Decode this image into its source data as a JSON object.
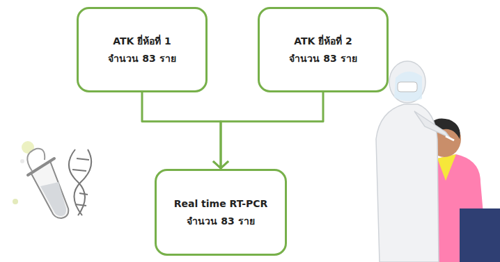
{
  "diagram": {
    "nodes": [
      {
        "text": [
          "ATK ยี่ห้อที่ 1",
          "จำนวน 83 ราย"
        ]
      },
      {
        "text": [
          "ATK ยี่ห้อที่ 2",
          "จำนวน 83 ราย"
        ]
      },
      {
        "text": [
          "Real time RT-PCR",
          "จำนวน 83 ราย"
        ]
      }
    ],
    "edges": [
      {
        "from": 0,
        "to": 2,
        "arrow": "to"
      },
      {
        "from": 1,
        "to": 2,
        "arrow": "to"
      }
    ]
  }
}
